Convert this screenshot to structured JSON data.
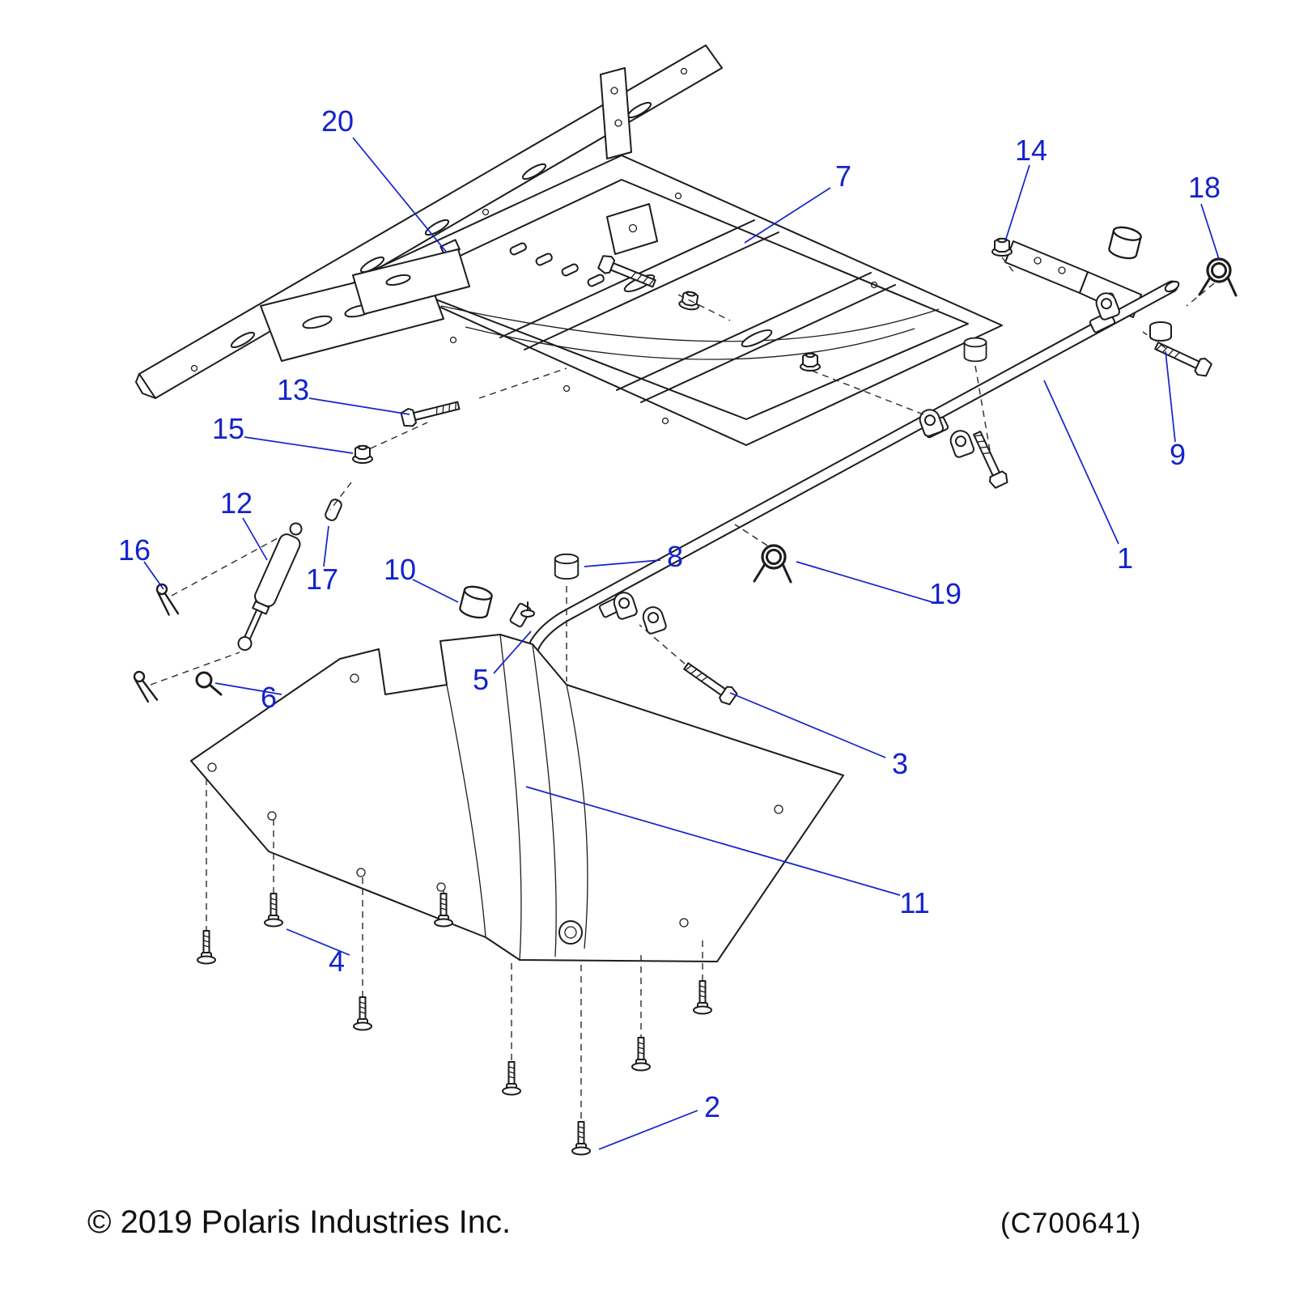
{
  "diagram": {
    "copyright": "© 2019 Polaris Industries Inc.",
    "code": "(C700641)",
    "colors": {
      "callout": "#1322cc",
      "line": "#1c1c1c",
      "background": "#ffffff"
    },
    "callouts": {
      "c1": "1",
      "c2": "2",
      "c3": "3",
      "c4": "4",
      "c5": "5",
      "c6": "6",
      "c7": "7",
      "c8": "8",
      "c9": "9",
      "c10": "10",
      "c11": "11",
      "c12": "12",
      "c13": "13",
      "c14": "14",
      "c15": "15",
      "c16": "16",
      "c17": "17",
      "c18": "18",
      "c19": "19",
      "c20": "20"
    }
  }
}
